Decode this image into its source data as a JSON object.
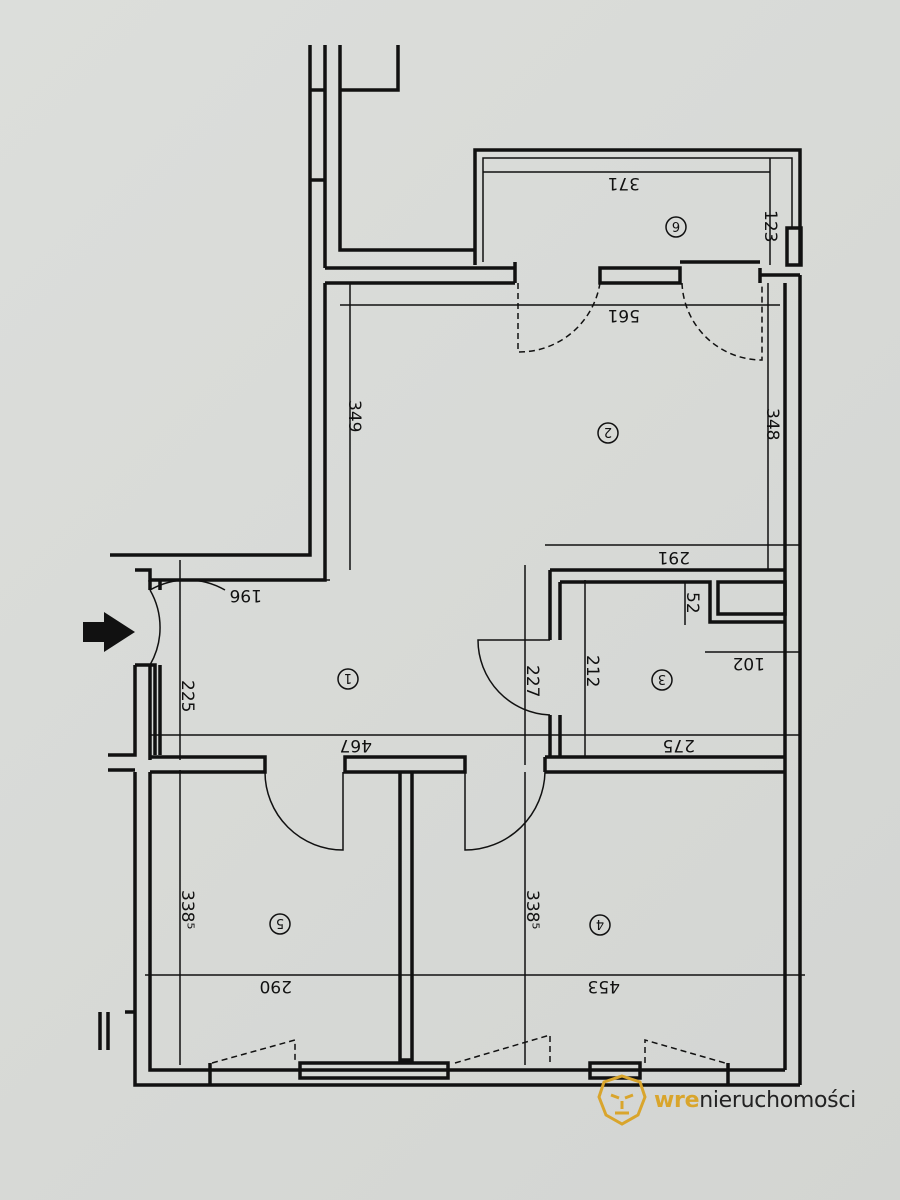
{
  "plan": {
    "rooms": [
      "1",
      "2",
      "3",
      "4",
      "5",
      "6"
    ],
    "dimensions": {
      "balcony_width": "371",
      "balcony_depth": "123",
      "room2_width": "561",
      "room2_left_depth": "349",
      "room2_right_depth": "348",
      "room2_bottom_width": "291",
      "hall_top": "196",
      "hall_depth": "225",
      "hall_width": "467",
      "hall_right_depth": "227",
      "room3_depth": "212",
      "room3_niche": "52",
      "room3_closet": "102",
      "room3_width": "275",
      "room5_depth": "338⁵",
      "room4_depth": "338⁵",
      "room5_width": "290",
      "room4_width": "453"
    },
    "entry_arrow_color": "#111111"
  },
  "logo": {
    "brand_prefix": "wre",
    "brand_suffix": "nieruchomości",
    "accent": "#d9a52c"
  }
}
